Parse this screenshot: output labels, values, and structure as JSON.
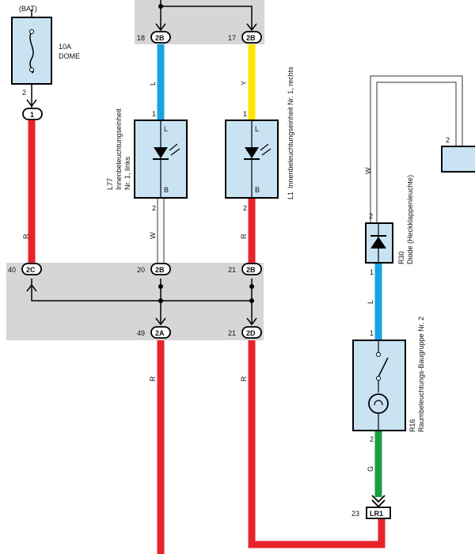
{
  "colors": {
    "red": "#e8232a",
    "blue": "#1aa3e0",
    "yellow": "#ffe400",
    "green": "#1a9e3f",
    "white": "#ffffff",
    "component_fill": "#c9e3f2",
    "gray_zone": "#d6d6d6"
  },
  "fuse": {
    "source": "(BAT)",
    "rating": "10A",
    "name": "DOME",
    "pin": "2"
  },
  "connectors": {
    "c1": {
      "pin": "",
      "label": "1"
    },
    "c2b_18": {
      "pin": "18",
      "label": "2B"
    },
    "c2b_17": {
      "pin": "17",
      "label": "2B"
    },
    "c2c_40": {
      "pin": "40",
      "label": "2C"
    },
    "c2b_20": {
      "pin": "20",
      "label": "2B"
    },
    "c2b_21": {
      "pin": "21",
      "label": "2B"
    },
    "c2a_49": {
      "pin": "49",
      "label": "2A"
    },
    "c2d_21": {
      "pin": "21",
      "label": "2D"
    },
    "lr1": {
      "pin": "23",
      "label": "LR1"
    }
  },
  "components": {
    "l77": {
      "id": "L77",
      "name": "Innenbeleuchtungseinheit",
      "sub": "Nr. 1, links",
      "pin_top": "1",
      "pin_bottom": "2",
      "top_letter": "L",
      "bottom_letter": "B"
    },
    "l1": {
      "id": "L1",
      "name": "Innenbeleuchtungseinheit Nr. 1, rechts",
      "pin_top": "1",
      "pin_bottom": "2",
      "top_letter": "L",
      "bottom_letter": "B"
    },
    "r30": {
      "id": "R30",
      "name": "Diode (Heckklappenleuchte)",
      "pin_top": "2",
      "pin_bottom": "1"
    },
    "r16": {
      "id": "R16",
      "name": "Raumbeleuchtungs-Baugruppe Nr. 2",
      "pin_top": "1",
      "pin_bottom": "2"
    },
    "right_conn": {
      "pin": "2"
    }
  },
  "wires": {
    "fuse_out": "R",
    "l77_in": "L",
    "l1_in": "Y",
    "l77_out": "W",
    "l1_out": "R",
    "r30_in": "W",
    "r30_out": "L",
    "r16_out": "G",
    "bottom_left": "R",
    "bottom_right": "R"
  },
  "pins_extra": {
    "fuse_pin_below": "2",
    "l77_bottom_pin": "2",
    "l1_bottom_pin": "2"
  }
}
